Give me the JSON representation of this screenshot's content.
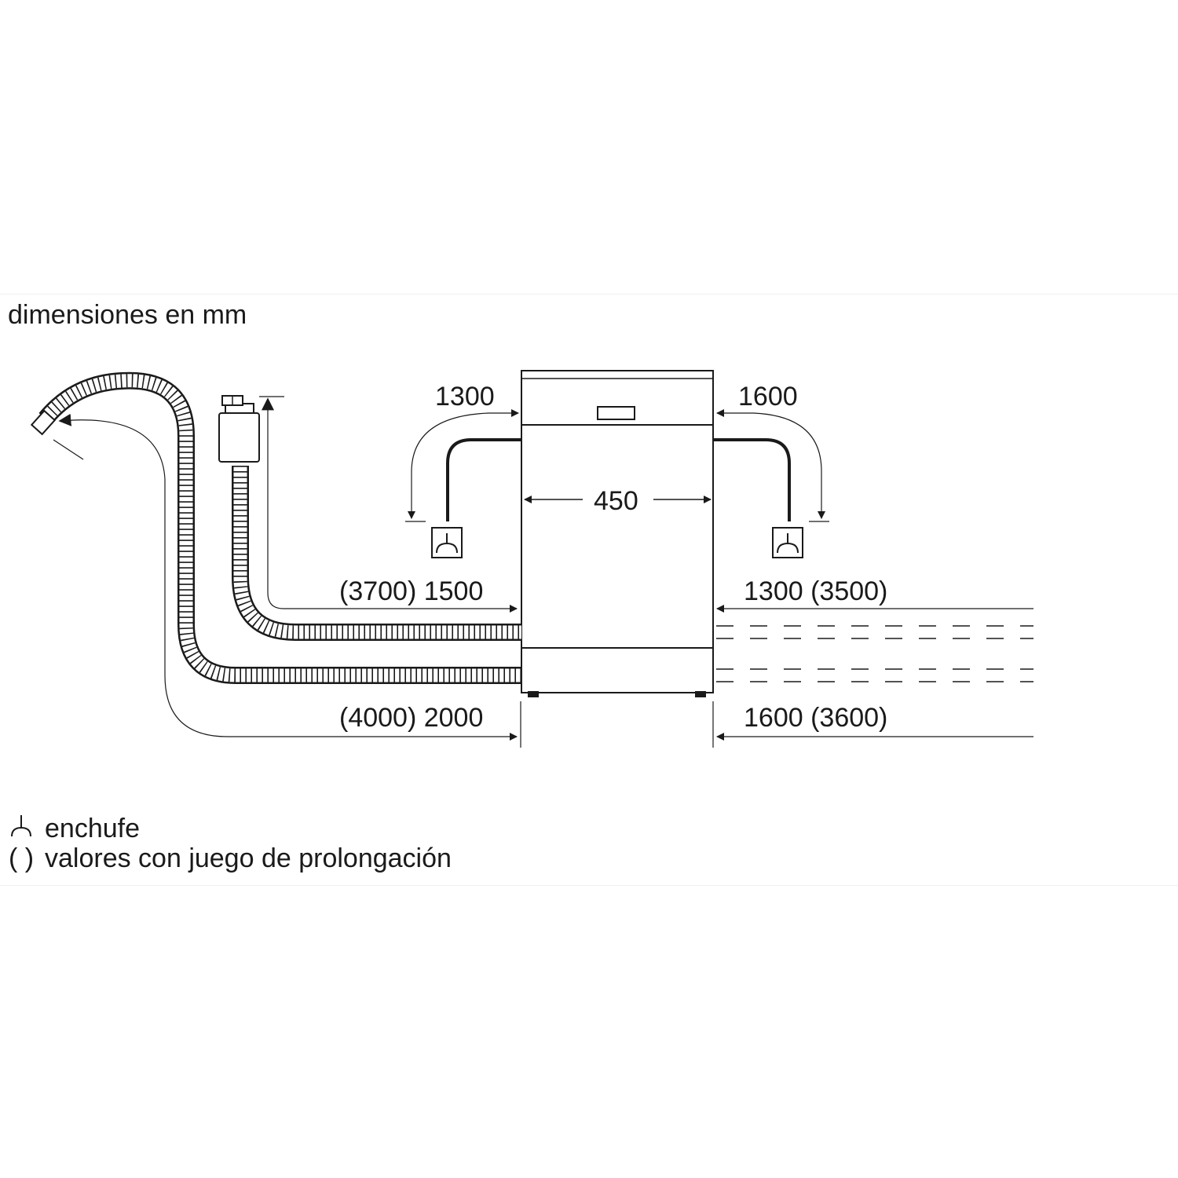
{
  "header": {
    "units_note": "dimensiones en mm"
  },
  "dimensions": {
    "cable_left": "1300",
    "cable_right": "1600",
    "appliance_width": "450",
    "inlet_hose_left": "(3700) 1500",
    "inlet_hose_right": "1300 (3500)",
    "drain_hose_left": "(4000) 2000",
    "drain_hose_right": "1600 (3600)"
  },
  "legend": {
    "plug_label": "enchufe",
    "parentheses_symbol": "( )",
    "parentheses_label": "valores con juego de prolongación"
  },
  "icons": {
    "plug": "plug-socket-icon"
  },
  "colors": {
    "line": "#1a1a1a",
    "background": "#ffffff"
  }
}
